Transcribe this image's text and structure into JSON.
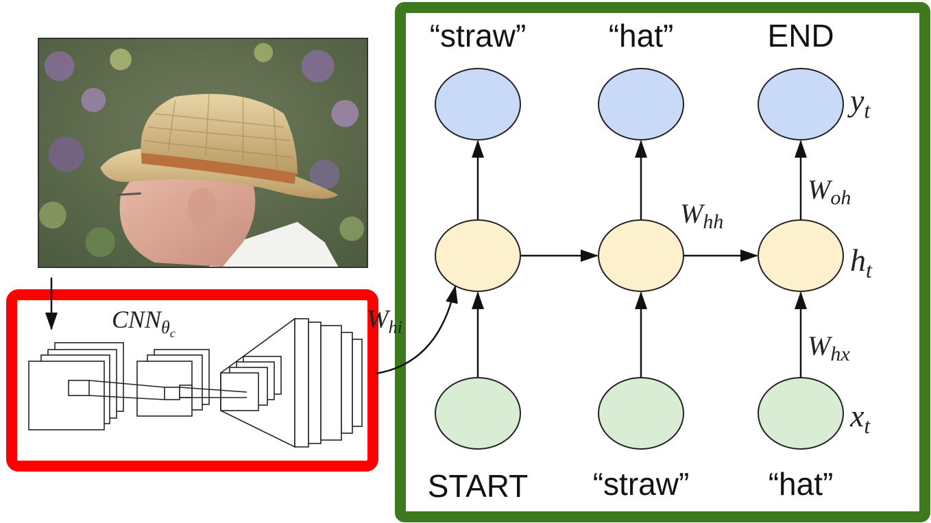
{
  "diagram": {
    "output_words": [
      "“straw”",
      "“hat”",
      "END"
    ],
    "input_words": [
      "START",
      "“straw”",
      "“hat”"
    ],
    "labels": {
      "yt": {
        "base": "y",
        "sub": "t"
      },
      "ht": {
        "base": "h",
        "sub": "t"
      },
      "xt": {
        "base": "x",
        "sub": "t"
      },
      "woh": {
        "base": "W",
        "sub": "oh"
      },
      "whh": {
        "base": "W",
        "sub": "hh"
      },
      "whx": {
        "base": "W",
        "sub": "hx"
      },
      "whi": {
        "base": "W",
        "sub": "hi"
      },
      "cnn": {
        "base": "CNN",
        "sub": "θ",
        "subsub": "c"
      }
    },
    "colors": {
      "output_node": "#c9daf8",
      "hidden_node": "#fdf0cc",
      "input_node": "#d9ecd4",
      "rnn_frame": "#3c7a1d",
      "cnn_frame": "#ff0000",
      "node_stroke": "#222222"
    },
    "photo": {
      "icon": "straw-hat-man-photo"
    }
  }
}
